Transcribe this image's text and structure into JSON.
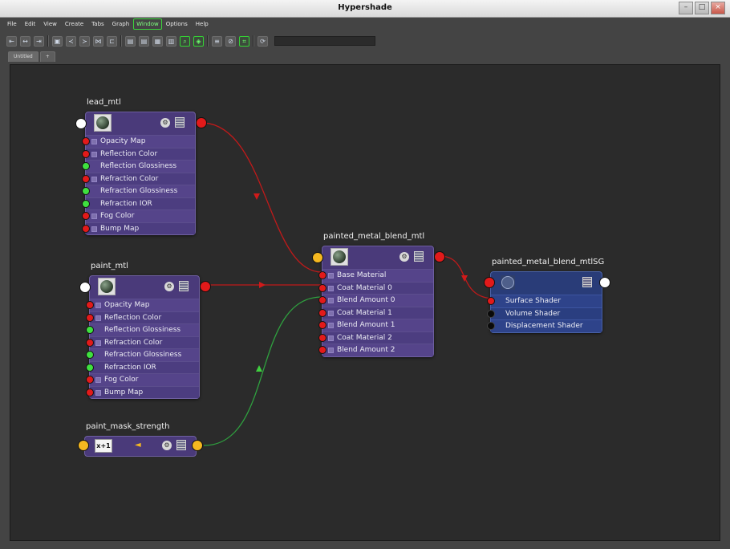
{
  "window": {
    "title": "Hypershade",
    "minimize": "–",
    "maximize": "□",
    "close": "×"
  },
  "menubar": [
    "File",
    "Edit",
    "View",
    "Create",
    "Tabs",
    "Graph",
    "Window",
    "Options",
    "Help"
  ],
  "active_menu": "Window",
  "toolbar": {
    "icons": [
      "frame-left-icon",
      "frame-center-icon",
      "frame-right-icon",
      "graph-icon",
      "connections-in-icon",
      "connections-out-icon",
      "connections-both-icon",
      "network-icon",
      "layout-simple-icon",
      "layout-connected-icon",
      "layout-full-icon",
      "layout-custom-icon",
      "zoom-icon",
      "select-icon",
      "grid-icon",
      "snap-icon",
      "pin-icon",
      "node-icon",
      "rebuild-icon"
    ],
    "search_value": ""
  },
  "tabs": [
    "Untitled",
    "+"
  ],
  "nodes": {
    "lead_mtl": {
      "title": "lead_mtl",
      "attrs": [
        {
          "label": "Opacity Map",
          "port": "red",
          "expand": true
        },
        {
          "label": "Reflection Color",
          "port": "red",
          "expand": true
        },
        {
          "label": "Reflection Glossiness",
          "port": "green",
          "expand": false
        },
        {
          "label": "Refraction Color",
          "port": "red",
          "expand": true
        },
        {
          "label": "Refraction Glossiness",
          "port": "green",
          "expand": false
        },
        {
          "label": "Refraction IOR",
          "port": "green",
          "expand": false
        },
        {
          "label": "Fog Color",
          "port": "red",
          "expand": true
        },
        {
          "label": "Bump Map",
          "port": "red",
          "expand": true
        }
      ]
    },
    "paint_mtl": {
      "title": "paint_mtl",
      "attrs": [
        {
          "label": "Opacity Map",
          "port": "red",
          "expand": true
        },
        {
          "label": "Reflection Color",
          "port": "red",
          "expand": true
        },
        {
          "label": "Reflection Glossiness",
          "port": "green",
          "expand": false
        },
        {
          "label": "Refraction Color",
          "port": "red",
          "expand": true
        },
        {
          "label": "Refraction Glossiness",
          "port": "green",
          "expand": false
        },
        {
          "label": "Refraction IOR",
          "port": "green",
          "expand": false
        },
        {
          "label": "Fog Color",
          "port": "red",
          "expand": true
        },
        {
          "label": "Bump Map",
          "port": "red",
          "expand": true
        }
      ]
    },
    "blend_mtl": {
      "title": "painted_metal_blend_mtl",
      "attrs": [
        {
          "label": "Base Material",
          "port": "red",
          "expand": true
        },
        {
          "label": "Coat Material 0",
          "port": "red",
          "expand": true
        },
        {
          "label": "Blend Amount 0",
          "port": "red",
          "expand": true
        },
        {
          "label": "Coat Material 1",
          "port": "red",
          "expand": true
        },
        {
          "label": "Blend Amount 1",
          "port": "red",
          "expand": true
        },
        {
          "label": "Coat Material 2",
          "port": "red",
          "expand": true
        },
        {
          "label": "Blend Amount 2",
          "port": "red",
          "expand": true
        }
      ]
    },
    "blend_sg": {
      "title": "painted_metal_blend_mtlSG",
      "attrs": [
        {
          "label": "Surface Shader",
          "port": "red",
          "expand": false
        },
        {
          "label": "Volume Shader",
          "port": "black",
          "expand": false
        },
        {
          "label": "Displacement Shader",
          "port": "black",
          "expand": false
        }
      ]
    },
    "mask": {
      "title": "paint_mask_strength",
      "icon_text": "x+1"
    }
  }
}
